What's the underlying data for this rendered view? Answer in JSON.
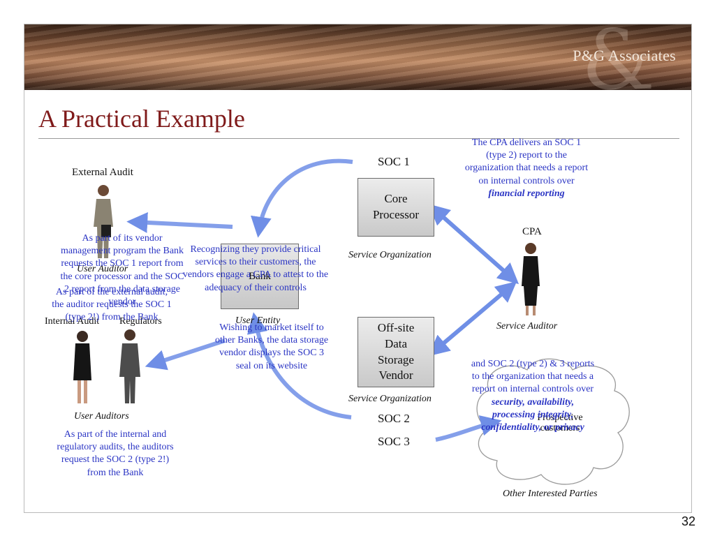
{
  "header": {
    "logo_text": "P&G Associates",
    "logo_mark": "&",
    "title": "A Practical Example"
  },
  "slide_number": "32",
  "colors": {
    "title": "#7f1a1a",
    "annotation_blue": "#2b35c4",
    "arrow_blue": "#6f8ee6"
  },
  "nodes": {
    "external_audit": "External Audit",
    "user_auditor": "User Auditor",
    "internal_audit": "Internal Audit",
    "regulators": "Regulators",
    "user_auditors": "User Auditors",
    "bank": "Bank",
    "user_entity": "User Entity",
    "core_processor_line1": "Core",
    "core_processor_line2": "Processor",
    "service_org_1": "Service Organization",
    "storage_line1": "Off-site",
    "storage_line2": "Data",
    "storage_line3": "Storage",
    "storage_line4": "Vendor",
    "service_org_2": "Service Organization",
    "cpa": "CPA",
    "service_auditor": "Service Auditor",
    "prospective_customers": "Prospective customers",
    "other_parties": "Other Interested Parties",
    "soc1": "SOC 1",
    "soc2": "SOC 2",
    "soc3": "SOC 3"
  },
  "annotations": {
    "cpa_delivers": "The CPA delivers an SOC 1 (type 2) report to the organization that needs a report on internal controls over",
    "cpa_delivers_em": "financial reporting",
    "vendor_mgmt": "As part of its vendor management program the Bank requests the SOC 1 report from the core processor and the SOC 2 report from the data storage vendor",
    "external_audit_req": "As part of the external audit, the auditor requests the SOC 1 (type 2!) from the Bank",
    "recognizing": "Recognizing they provide critical services to their customers, the vendors engage a CPA to attest to the adequacy of their controls",
    "wishing": "Wishing to market itself to other Banks, the data storage vendor displays the SOC 3 seal on its website",
    "internal_reg": "As part of the internal and regulatory audits, the auditors request the SOC 2 (type 2!) from the Bank",
    "soc23_delivers": "and SOC 2 (type 2) & 3 reports to the organization that needs a report on internal controls over",
    "soc23_em": "security, availability, processing integrity, confidentiality, or privacy"
  },
  "icons": [
    "person-external-auditor-icon",
    "person-internal-auditor-icon",
    "person-regulator-icon",
    "person-cpa-icon",
    "cloud-icon"
  ]
}
